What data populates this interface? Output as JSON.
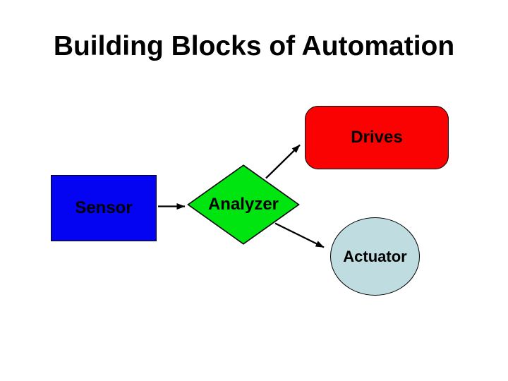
{
  "title": "Building Blocks of Automation",
  "colors": {
    "background": "#FFFFFF",
    "title_text": "#000000",
    "node_label_text": "#000000",
    "arrow": "#000000",
    "drives_fill": "#FA0202",
    "sensor_fill": "#0404F2",
    "analyzer_fill": "#00E50F",
    "actuator_fill": "#BFDCE0"
  },
  "diagram": {
    "nodes": [
      {
        "id": "drives",
        "label": "Drives",
        "shape": "rounded-rectangle",
        "fill": "#FA0202"
      },
      {
        "id": "sensor",
        "label": "Sensor",
        "shape": "rectangle",
        "fill": "#0404F2"
      },
      {
        "id": "analyzer",
        "label": "Analyzer",
        "shape": "diamond",
        "fill": "#00E50F"
      },
      {
        "id": "actuator",
        "label": "Actuator",
        "shape": "ellipse",
        "fill": "#BFDCE0"
      }
    ],
    "edges": [
      {
        "from": "sensor",
        "to": "analyzer",
        "style": "arrow"
      },
      {
        "from": "analyzer",
        "to": "drives",
        "style": "arrow"
      },
      {
        "from": "analyzer",
        "to": "actuator",
        "style": "arrow"
      }
    ]
  }
}
